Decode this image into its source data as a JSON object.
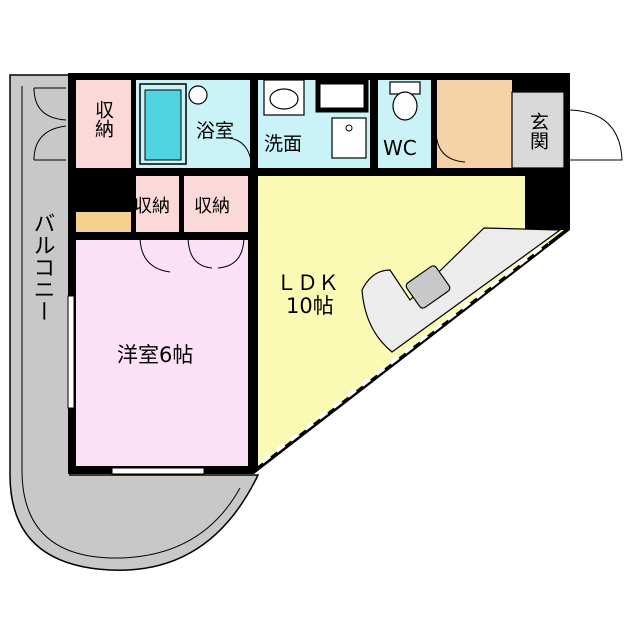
{
  "rooms": {
    "storage_top_left": "収納",
    "bath": "浴室",
    "washroom": "洗面",
    "toilet": "WC",
    "entrance": "玄関",
    "storage_mid_1": "収納",
    "storage_mid_2": "収納",
    "balcony": "バルコニー",
    "ldk_line1": "ＬＤＫ",
    "ldk_line2": "10帖",
    "western_room": "洋室6帖"
  },
  "colors": {
    "storage": "#fbd9d9",
    "wet_area": "#c9f3f6",
    "entrance_floor": "#f6d2a7",
    "ldk": "#fafab4",
    "western_room": "#fbe0f6",
    "balcony": "#c8c8c8",
    "wall": "#000000",
    "floor_strip": "#f3d28f",
    "entrance_step": "#d9d9d9"
  }
}
